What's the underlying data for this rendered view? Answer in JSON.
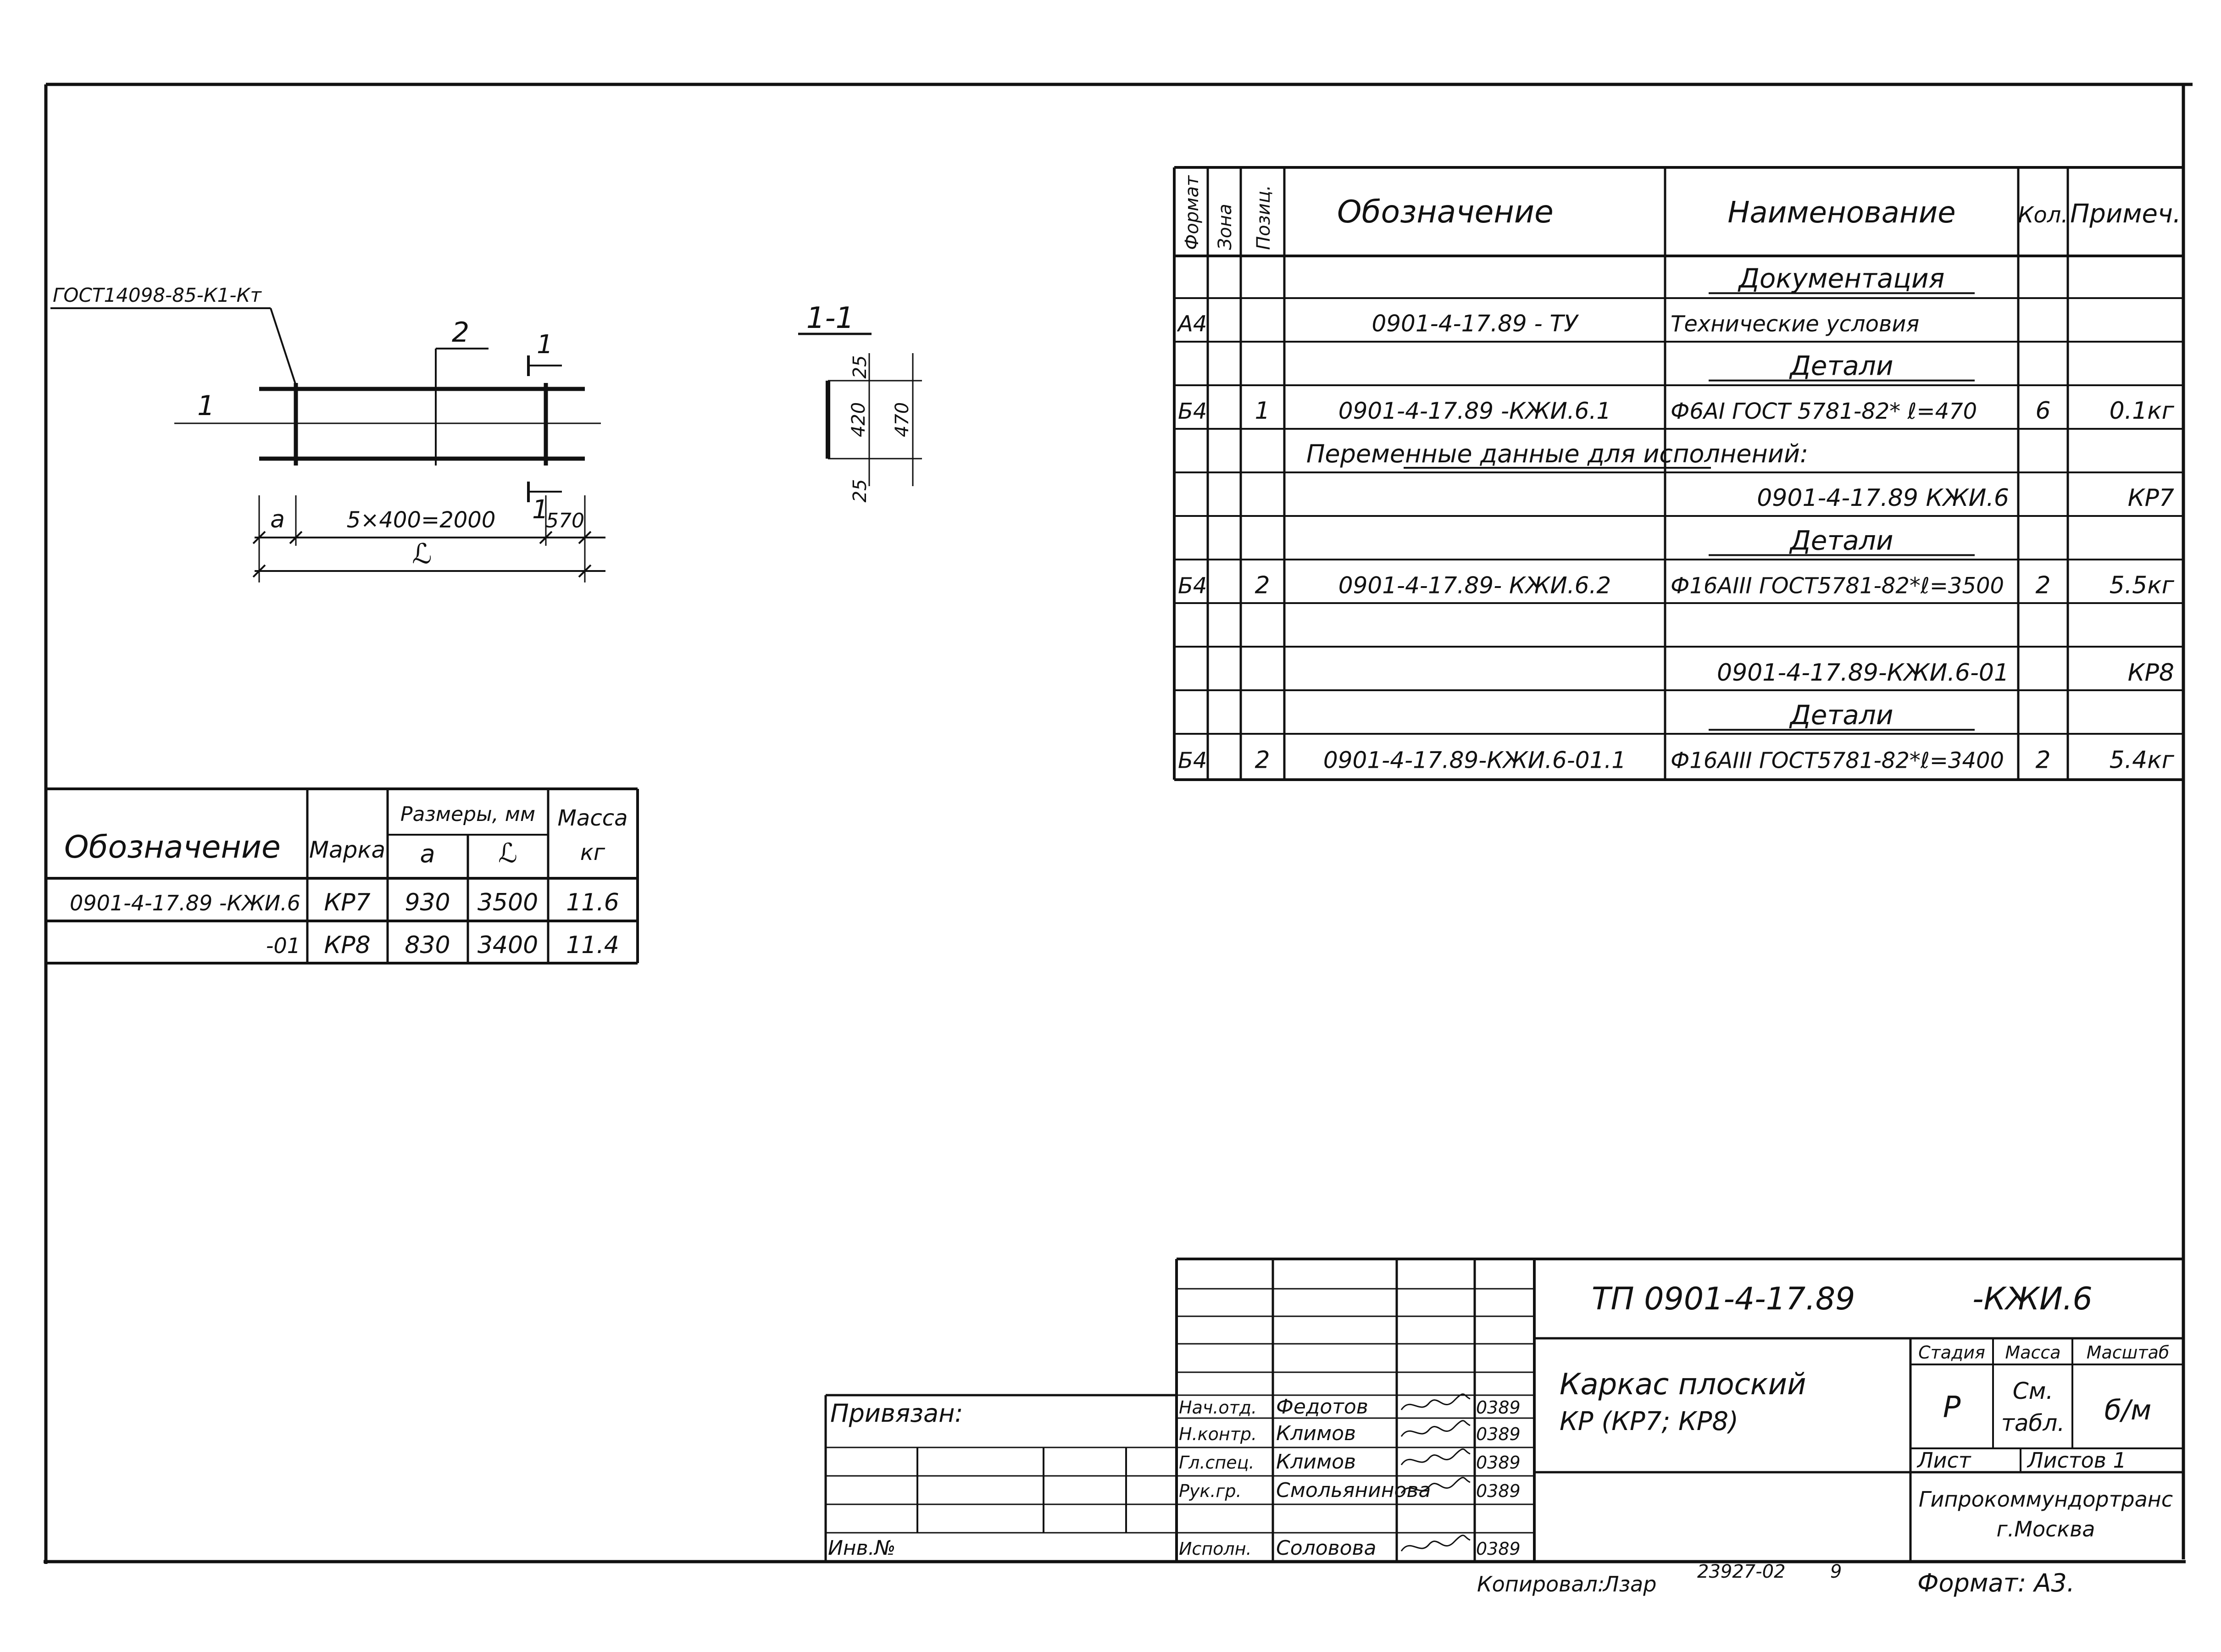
{
  "spec_table": {
    "headers": {
      "format": "Формат",
      "zone": "Зона",
      "position": "Позиц.",
      "designation": "Обозначение",
      "name": "Наименование",
      "qty": "Кол.",
      "note": "Примеч."
    },
    "rows": [
      {
        "format": "",
        "position": "",
        "designation": "",
        "name": "Документация",
        "qty": "",
        "note": "",
        "kind": "section"
      },
      {
        "format": "А4",
        "position": "",
        "designation": "0901-4-17.89 - ТУ",
        "name": "Технические условия",
        "qty": "",
        "note": "",
        "kind": "item"
      },
      {
        "format": "",
        "position": "",
        "designation": "",
        "name": "Детали",
        "qty": "",
        "note": "",
        "kind": "section"
      },
      {
        "format": "Б4",
        "position": "1",
        "designation": "0901-4-17.89 -КЖИ.6.1",
        "name": "Ф6АI ГОСТ 5781-82* ℓ=470",
        "qty": "6",
        "note": "0.1кг",
        "kind": "item"
      },
      {
        "format": "",
        "position": "",
        "designation": "",
        "name": "Переменные данные для исполнений:",
        "qty": "",
        "note": "",
        "kind": "wide"
      },
      {
        "format": "",
        "position": "",
        "designation": "",
        "name": "0901-4-17.89 КЖИ.6",
        "qty": "",
        "note": "КР7",
        "kind": "item"
      },
      {
        "format": "",
        "position": "",
        "designation": "",
        "name": "Детали",
        "qty": "",
        "note": "",
        "kind": "section"
      },
      {
        "format": "Б4",
        "position": "2",
        "designation": "0901-4-17.89- КЖИ.6.2",
        "name": "Ф16АIII ГОСТ5781-82*ℓ=3500",
        "qty": "2",
        "note": "5.5кг",
        "kind": "item"
      },
      {
        "format": "",
        "position": "",
        "designation": "",
        "name": "",
        "qty": "",
        "note": "",
        "kind": "blank"
      },
      {
        "format": "",
        "position": "",
        "designation": "",
        "name": "0901-4-17.89-КЖИ.6-01",
        "qty": "",
        "note": "КР8",
        "kind": "item"
      },
      {
        "format": "",
        "position": "",
        "designation": "",
        "name": "Детали",
        "qty": "",
        "note": "",
        "kind": "section"
      },
      {
        "format": "Б4",
        "position": "2",
        "designation": "0901-4-17.89-КЖИ.6-01.1",
        "name": "Ф16АIII ГОСТ5781-82*ℓ=3400",
        "qty": "2",
        "note": "5.4кг",
        "kind": "item"
      }
    ]
  },
  "params_table": {
    "header": {
      "designation": "Обозначение",
      "mark": "Марка",
      "sizes": "Размеры, мм",
      "a": "a",
      "L": "ℒ",
      "mass": "Масса",
      "mass_unit": "кг"
    },
    "rows": [
      {
        "designation": "0901-4-17.89 -КЖИ.6",
        "mark": "КР7",
        "a": "930",
        "L": "3500",
        "mass": "11.6"
      },
      {
        "designation": "-01",
        "mark": "КР8",
        "a": "830",
        "L": "3400",
        "mass": "11.4"
      }
    ]
  },
  "drawing": {
    "weld_note": "ГОСТ14098-85-К1-Кт",
    "pos_1": "1",
    "pos_2": "2",
    "cut_mark": "1",
    "dim_a": "a",
    "dim_span": "5×400=2000",
    "dim_end": "570",
    "dim_total": "ℒ"
  },
  "section": {
    "title": "1-1",
    "dim_top": "25",
    "dim_inner": "420",
    "dim_outer": "470",
    "dim_bottom": "25"
  },
  "title_block": {
    "doc_code": "ТП 0901-4-17.89",
    "doc_suffix": "-КЖИ.6",
    "product_name_line1": "Каркас плоский",
    "product_name_line2": "КР (КР7; КР8)",
    "stage_label": "Стадия",
    "mass_label": "Масса",
    "scale_label": "Масштаб",
    "stage": "Р",
    "mass_line1": "См.",
    "mass_line2": "табл.",
    "scale": "б/м",
    "sheet_label": "Лист",
    "sheets_label": "Листов 1",
    "org": "Гипрокоммундортранс",
    "city": "г.Москва",
    "signers": [
      {
        "role": "Нач.отд.",
        "name": "Федотов",
        "date": "0389"
      },
      {
        "role": "Н.контр.",
        "name": "Климов",
        "date": "0389"
      },
      {
        "role": "Гл.спец.",
        "name": "Климов",
        "date": "0389"
      },
      {
        "role": "Рук.гр.",
        "name": "Смольянинова",
        "date": "0389"
      },
      {
        "role": "Исполн.",
        "name": "Соловова",
        "date": "0389"
      }
    ],
    "bound_label": "Привязан:",
    "inv_label": "Инв.№",
    "copied_label": "Копировал:",
    "copied_by": "Лзар",
    "copy_number": "23927-02",
    "copy_sheet": "9",
    "format_label": "Формат: А3."
  }
}
